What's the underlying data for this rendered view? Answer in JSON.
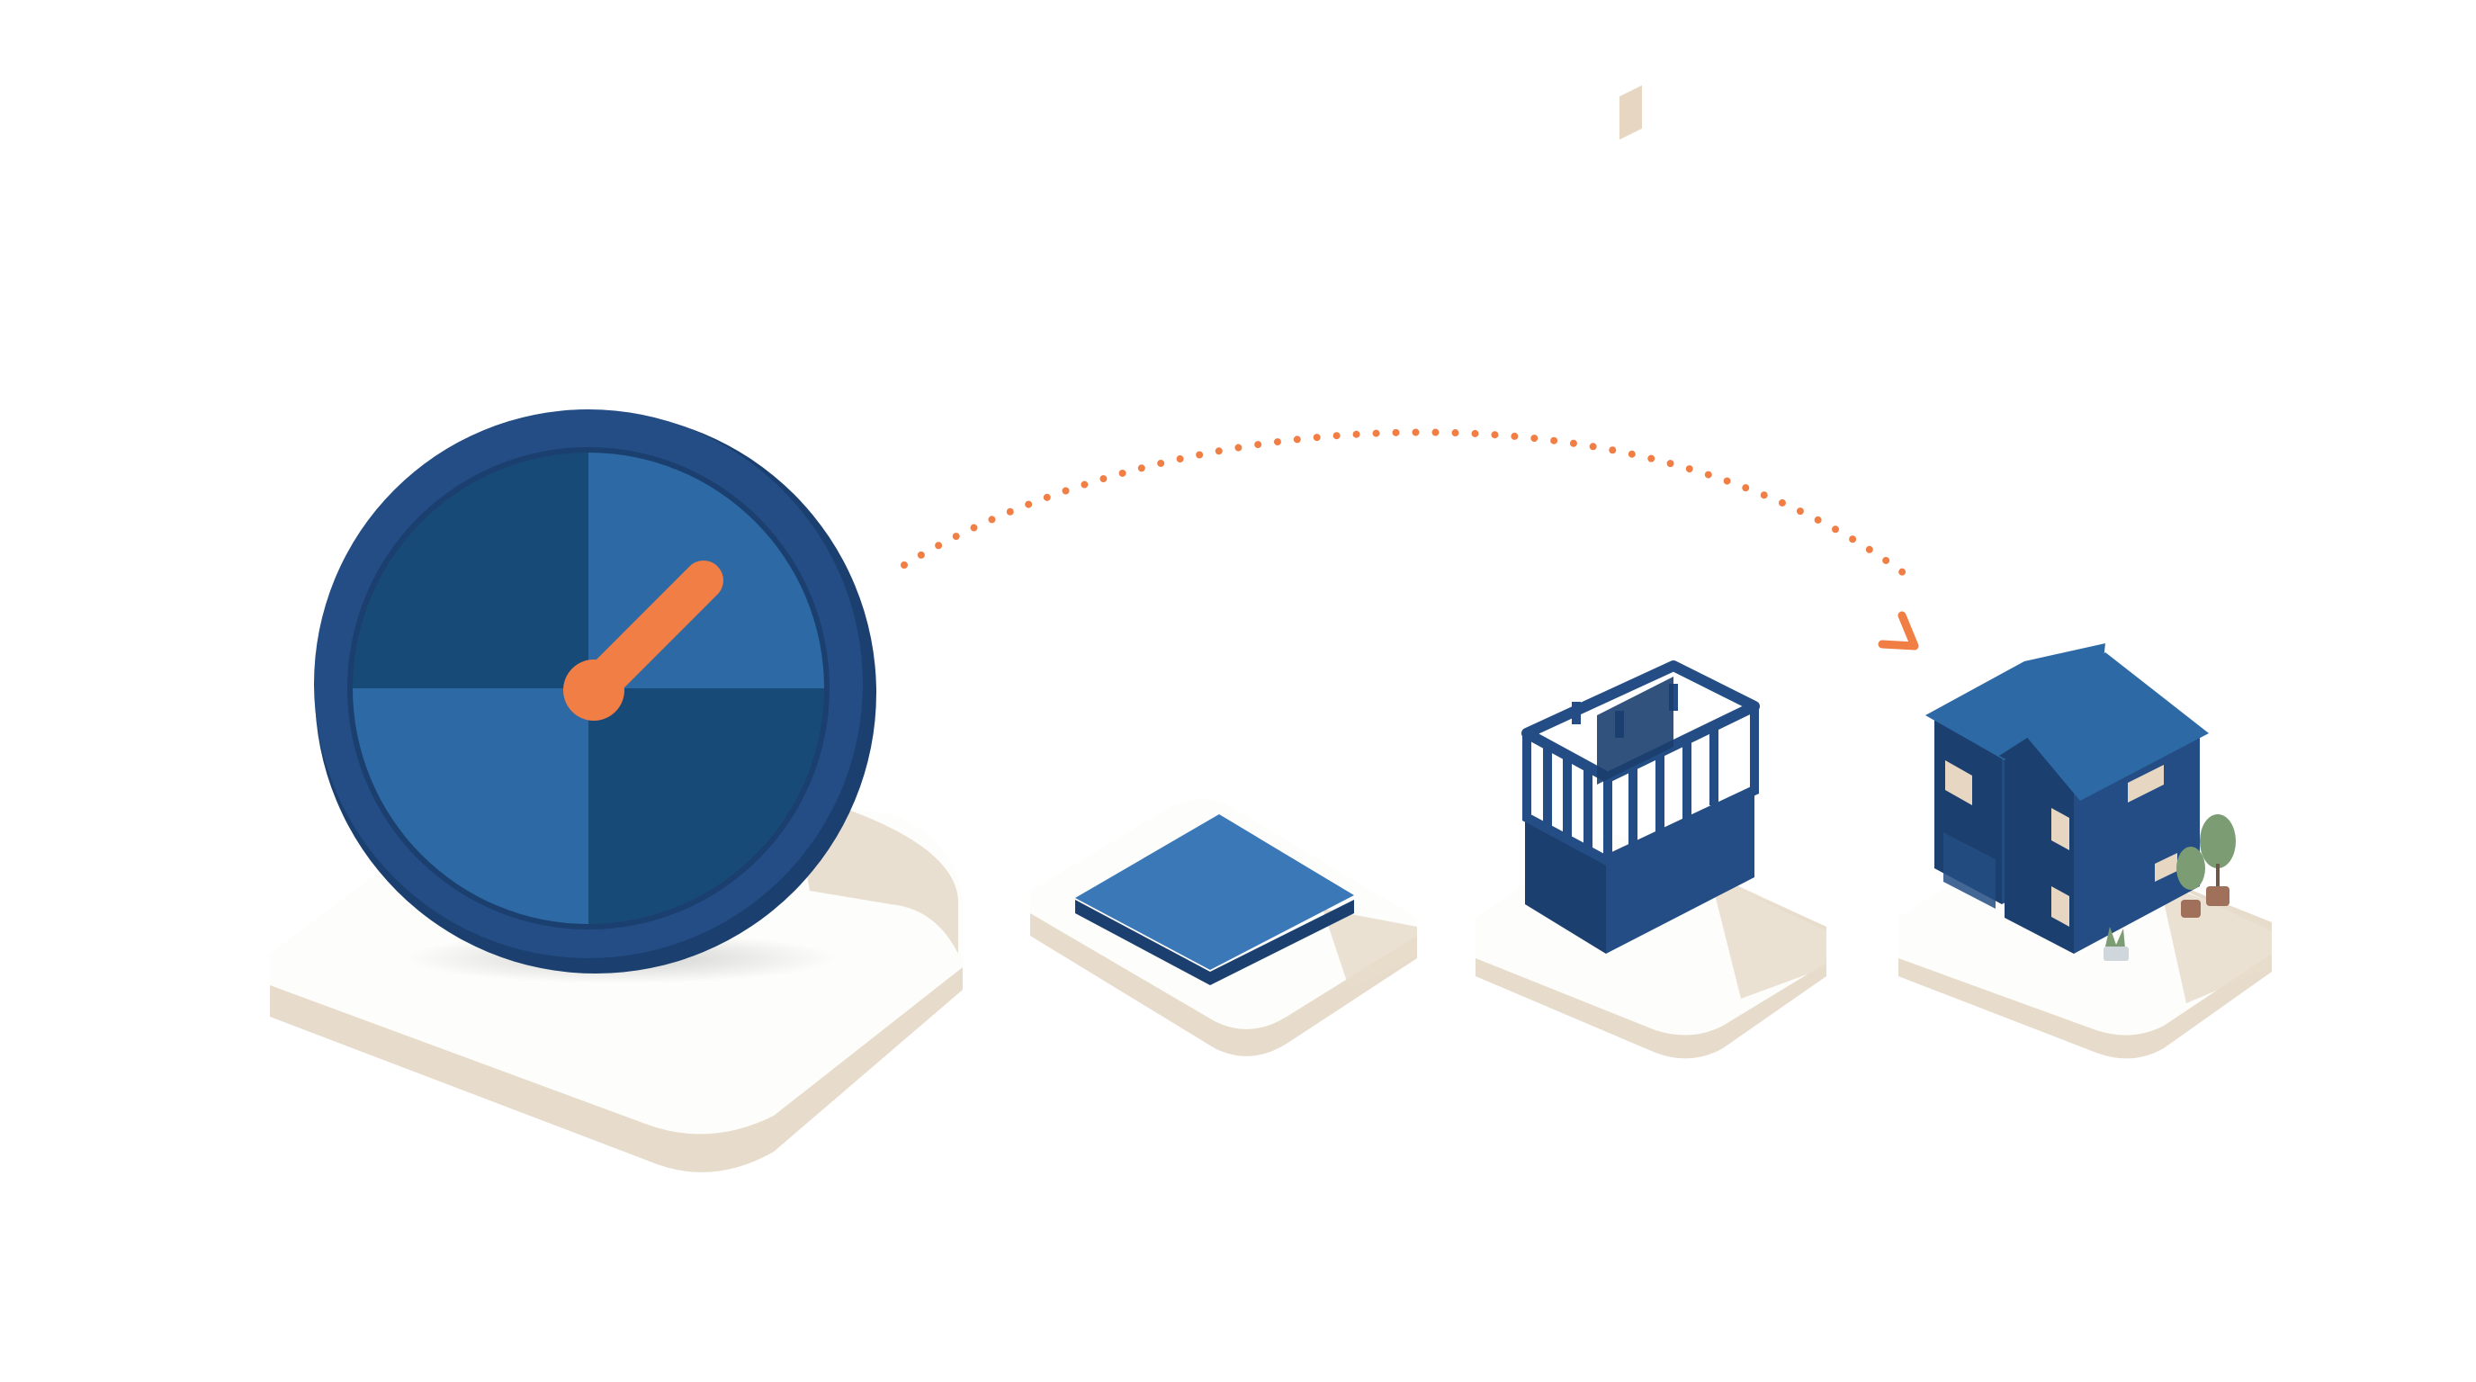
{
  "scene": {
    "stages": [
      {
        "id": "clock",
        "icon": "clock-icon"
      },
      {
        "id": "foundation",
        "icon": "foundation-slab-icon"
      },
      {
        "id": "frame",
        "icon": "house-frame-icon"
      },
      {
        "id": "house",
        "icon": "finished-house-icon"
      }
    ],
    "connector": {
      "style": "dotted",
      "direction": "clock-to-house",
      "icon": "arrow-head-icon"
    }
  },
  "colors": {
    "background": "#ffffff",
    "navy_dark": "#1b3f6e",
    "navy": "#234d84",
    "blue_mid": "#2d6aa5",
    "blue_light": "#3a78b8",
    "quadrant_dark": "#184a78",
    "accent_orange": "#f07e45",
    "base_white": "#fdfdfb",
    "base_sand": "#e7dccb",
    "base_sand_dark": "#d8cab3",
    "window_beige": "#e6d6c2",
    "plant_green": "#7c9c74",
    "pot_brown": "#a0705a"
  }
}
